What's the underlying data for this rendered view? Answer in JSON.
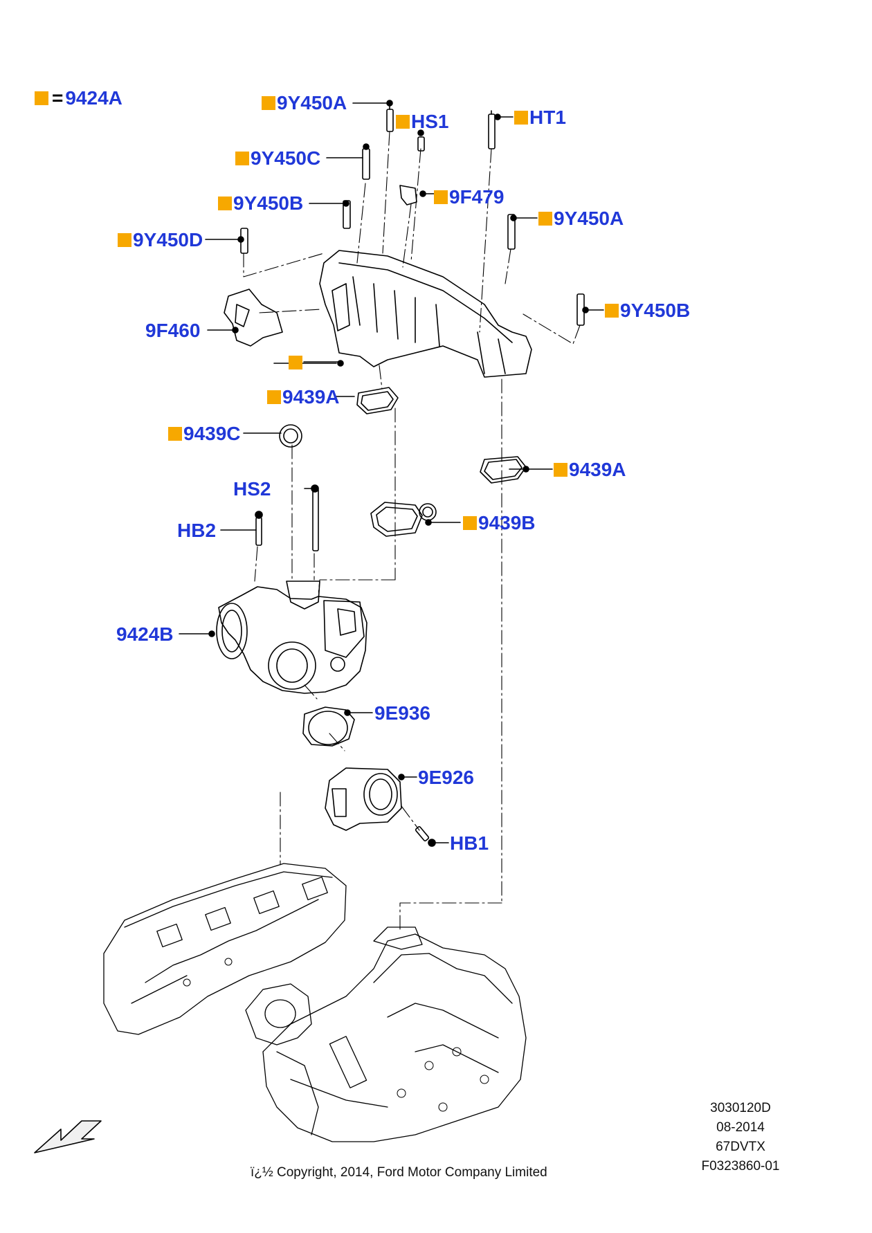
{
  "colors": {
    "label": "#2038d8",
    "marker": "#f7a800",
    "line": "#000000"
  },
  "legend": {
    "marker_color": "#f7a800",
    "equals": "=",
    "part": "9424A"
  },
  "callouts": [
    {
      "id": "9y450a-top",
      "text": "9Y450A",
      "marker": true
    },
    {
      "id": "hs1",
      "text": "HS1",
      "marker": true
    },
    {
      "id": "ht1",
      "text": "HT1",
      "marker": true
    },
    {
      "id": "9y450c",
      "text": "9Y450C",
      "marker": true
    },
    {
      "id": "9f479",
      "text": "9F479",
      "marker": true
    },
    {
      "id": "9y450b-left",
      "text": "9Y450B",
      "marker": true
    },
    {
      "id": "9y450a-right",
      "text": "9Y450A",
      "marker": true
    },
    {
      "id": "9y450d",
      "text": "9Y450D",
      "marker": true
    },
    {
      "id": "9y450b-right",
      "text": "9Y450B",
      "marker": true
    },
    {
      "id": "9f460",
      "text": "9F460",
      "marker": false
    },
    {
      "id": "manifold",
      "text": "",
      "marker": true
    },
    {
      "id": "9439a-upper",
      "text": "9439A",
      "marker": true
    },
    {
      "id": "9439c",
      "text": "9439C",
      "marker": true
    },
    {
      "id": "9439a-lower",
      "text": "9439A",
      "marker": true
    },
    {
      "id": "hs2",
      "text": "HS2",
      "marker": false
    },
    {
      "id": "9439b",
      "text": "9439B",
      "marker": true
    },
    {
      "id": "hb2",
      "text": "HB2",
      "marker": false
    },
    {
      "id": "9424b",
      "text": "9424B",
      "marker": false
    },
    {
      "id": "9e936",
      "text": "9E936",
      "marker": false
    },
    {
      "id": "9e926",
      "text": "9E926",
      "marker": false
    },
    {
      "id": "hb1",
      "text": "HB1",
      "marker": false
    }
  ],
  "drawing_info": {
    "code": "3030120D",
    "date": "08-2014",
    "model": "67DVTX",
    "figure": "F0323860-01"
  },
  "copyright": "ï¿½ Copyright, 2014, Ford Motor Company Limited",
  "icons": {
    "view_direction": "arrow-icon"
  }
}
